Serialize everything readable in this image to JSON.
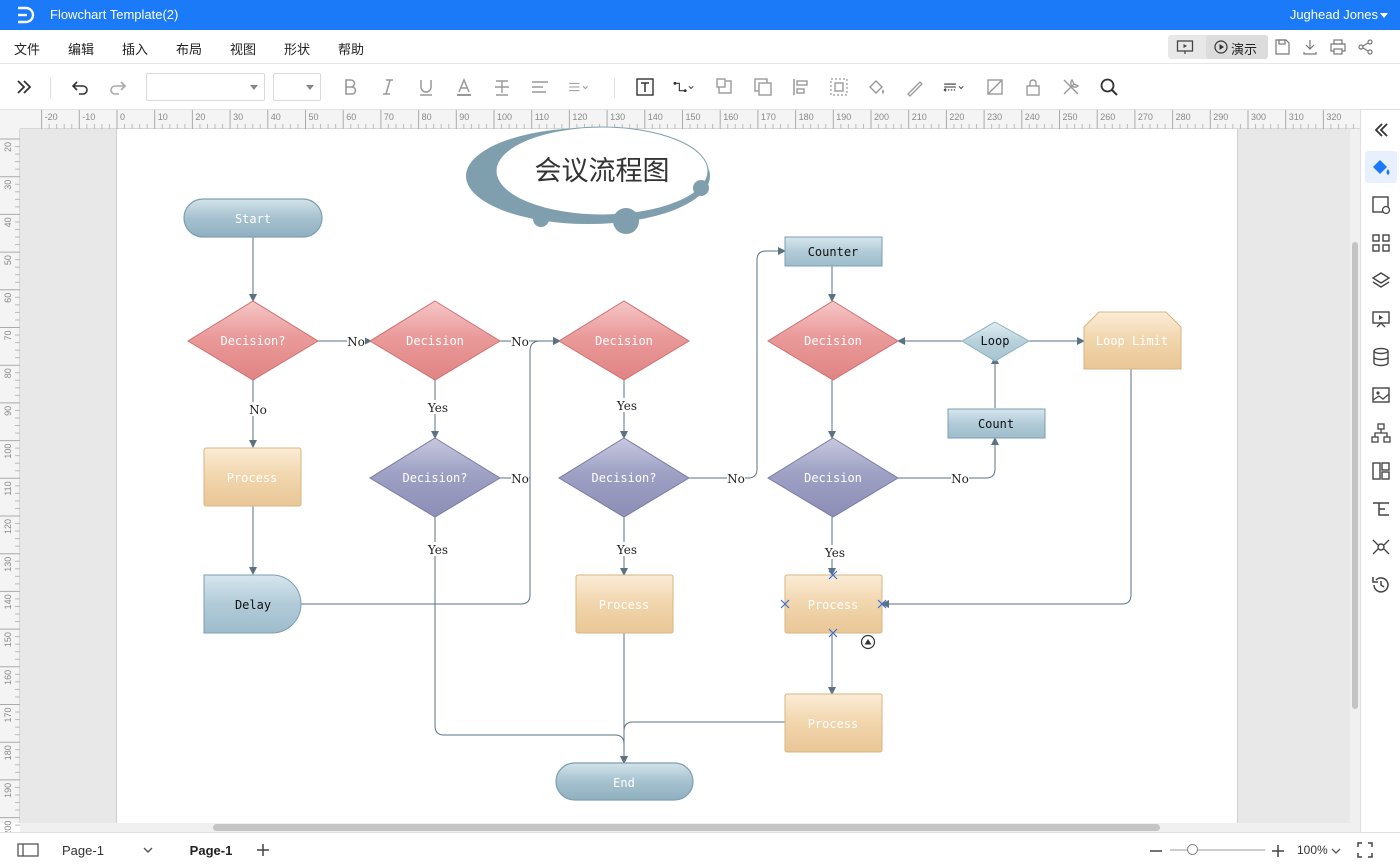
{
  "app": {
    "title": "Flowchart Template(2)",
    "user": "Jughead Jones"
  },
  "menu": {
    "items": [
      "文件",
      "编辑",
      "插入",
      "布局",
      "视图",
      "形状",
      "帮助"
    ],
    "present_label": "演示"
  },
  "ruler": {
    "top_ticks": [
      "-20",
      "-10",
      "0",
      "10",
      "20",
      "30",
      "40",
      "50",
      "60",
      "70",
      "80",
      "90",
      "100",
      "110",
      "120",
      "130",
      "140",
      "150",
      "160",
      "170",
      "180",
      "190",
      "200",
      "210",
      "220",
      "230",
      "240",
      "250",
      "260",
      "270",
      "280",
      "290",
      "300",
      "310",
      "320"
    ],
    "left_ticks": [
      "20",
      "30",
      "40",
      "50",
      "60",
      "70",
      "80",
      "90",
      "100",
      "110",
      "120",
      "130",
      "140",
      "150",
      "160",
      "170",
      "180",
      "190",
      "200"
    ]
  },
  "diagram": {
    "title": "会议流程图",
    "start": "Start",
    "decision1": "Decision?",
    "decision2": "Decision",
    "decision3": "Decision",
    "decision4": "Decision",
    "decision5": "Decision?",
    "decision6": "Decision?",
    "decision7": "Decision",
    "process1": "Process",
    "process2": "Process",
    "process3": "Process",
    "process4": "Process",
    "delay": "Delay",
    "counter": "Counter",
    "count": "Count",
    "loop": "Loop",
    "loop_limit": "Loop Limit",
    "end": "End",
    "edge_no": "No",
    "edge_yes": "Yes"
  },
  "status": {
    "page_dropdown": "Page-1",
    "active_tab": "Page-1",
    "zoom": "100%"
  },
  "colors": {
    "accent": "#1a7af8",
    "decision_red": "#e89393",
    "decision_purple": "#9a9cc0",
    "process": "#f0d5ae",
    "terminator": "#a9c4d2",
    "connector": "#5a7383"
  }
}
